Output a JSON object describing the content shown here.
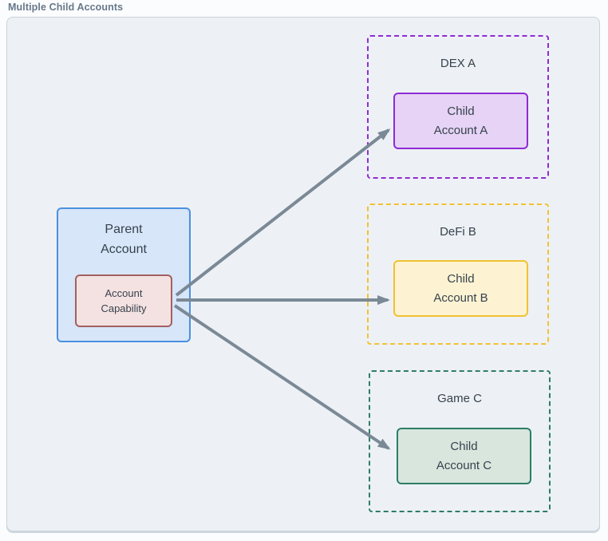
{
  "title": "Multiple Child Accounts",
  "parent": {
    "label": [
      "Parent",
      "Account"
    ],
    "capability": [
      "Account",
      "Capability"
    ]
  },
  "groups": [
    {
      "name": "DEX A",
      "child": [
        "Child",
        "Account A"
      ]
    },
    {
      "name": "DeFi B",
      "child": [
        "Child",
        "Account B"
      ]
    },
    {
      "name": "Game C",
      "child": [
        "Child",
        "Account C"
      ]
    }
  ],
  "colors": {
    "canvas-bg": "#edf1f5",
    "canvas-border": "#c9d2da",
    "title-text": "#67788a",
    "node-text": "#37424d",
    "parent-fill": "#d7e6f8",
    "parent-border": "#4a90e2",
    "capability-fill": "#f4e2e2",
    "capability-border": "#a36060",
    "purple-fill": "#e6d3f5",
    "purple-border": "#8e2bd5",
    "yellow-fill": "#fdf3d3",
    "yellow-border": "#f2c231",
    "green-fill": "#d8e6de",
    "green-border": "#2e7d64",
    "arrow": "#7b8996"
  }
}
